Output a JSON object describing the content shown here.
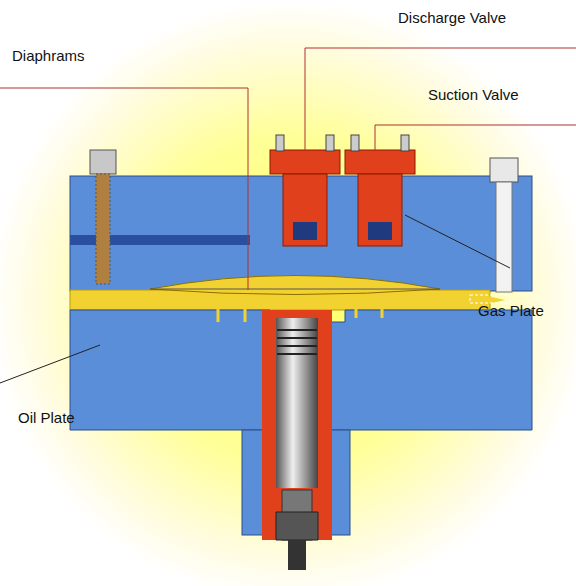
{
  "diagram": {
    "labels": [
      "Discharge Valve",
      "Diaphrams",
      "Suction Valve",
      "Gas Plate",
      "Oil Plate"
    ]
  }
}
